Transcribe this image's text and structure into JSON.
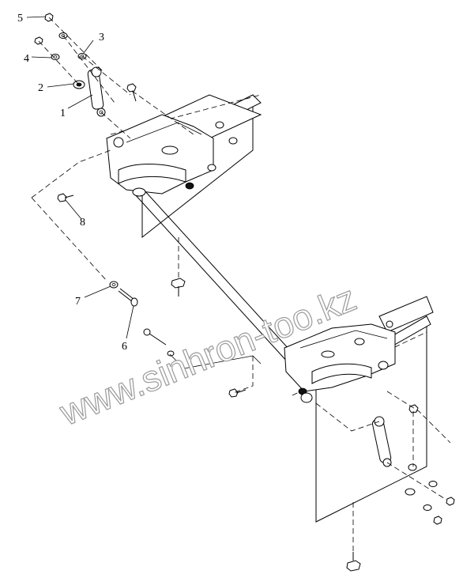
{
  "callouts": {
    "c1": "1",
    "c2": "2",
    "c3": "3",
    "c4": "4",
    "c5": "5",
    "c6": "6",
    "c7": "7",
    "c8": "8"
  },
  "watermark": "www.sinhron-too.kz"
}
